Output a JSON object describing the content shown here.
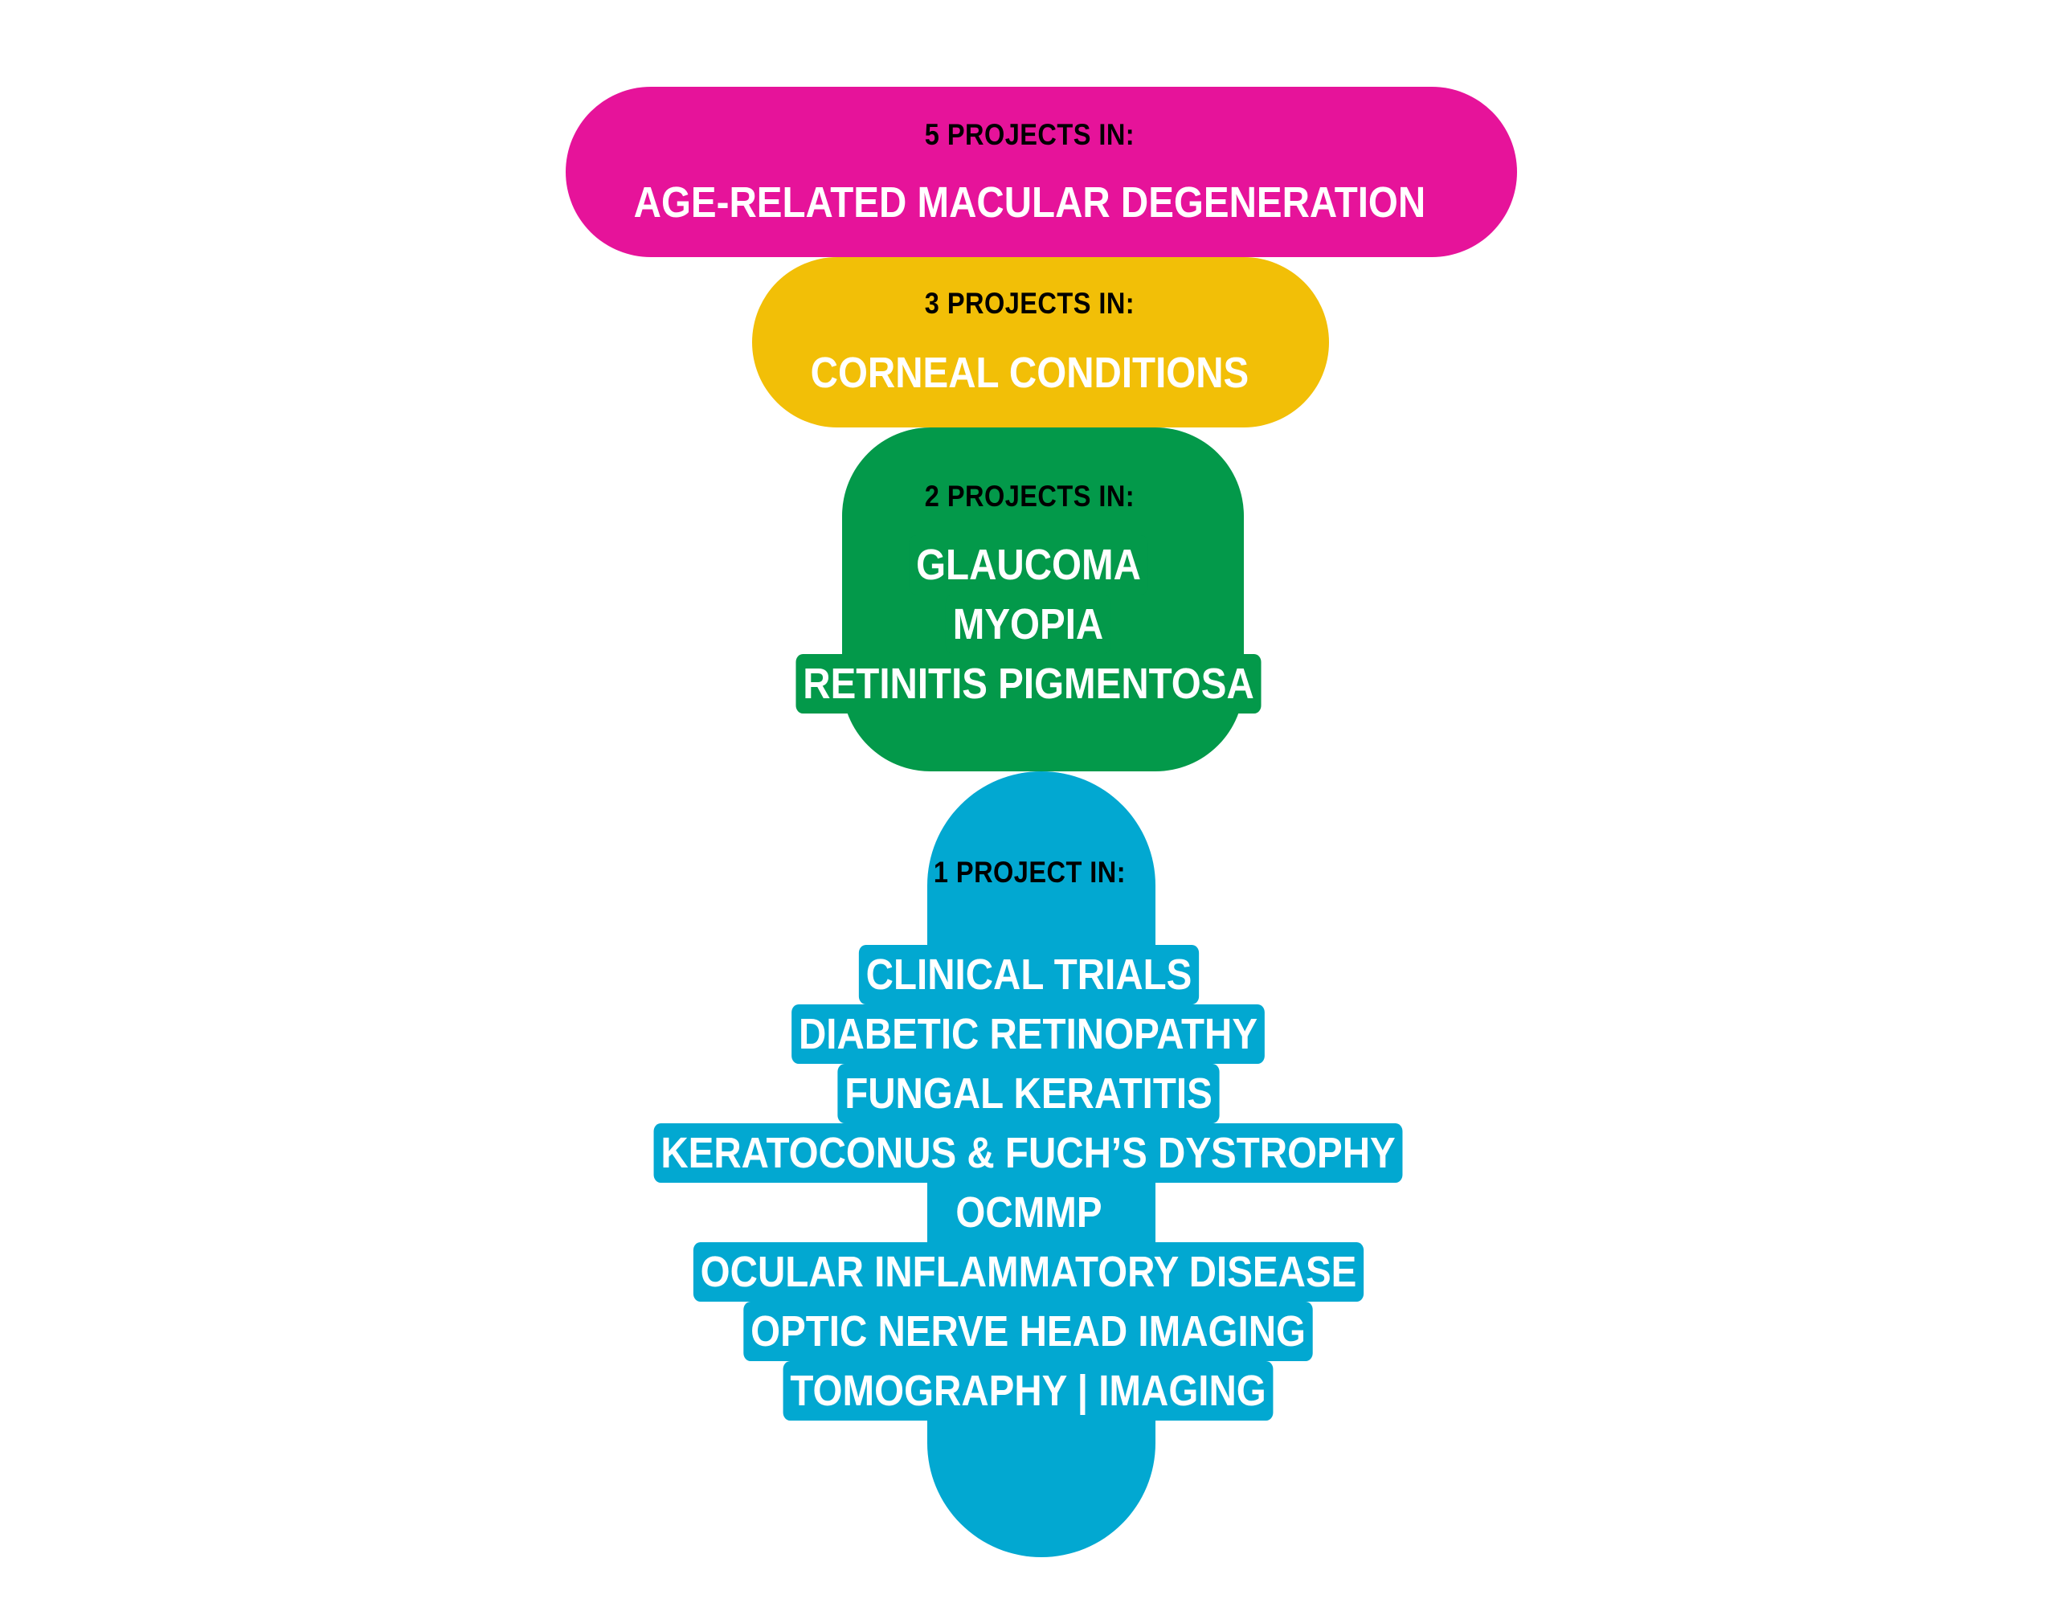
{
  "colors": {
    "tier5": "#e6139a",
    "tier3": "#f2bf07",
    "tier2": "#03994a",
    "tier1": "#02a8d1",
    "heading_text": "#000000",
    "label_text": "#ffffff"
  },
  "tiers": [
    {
      "heading": "5 PROJECTS IN:",
      "items": [
        "AGE-RELATED MACULAR DEGENERATION"
      ]
    },
    {
      "heading": "3 PROJECTS IN:",
      "items": [
        "CORNEAL CONDITIONS"
      ]
    },
    {
      "heading": "2 PROJECTS IN:",
      "items": [
        "GLAUCOMA",
        "MYOPIA",
        "RETINITIS PIGMENTOSA"
      ]
    },
    {
      "heading": "1 PROJECT IN:",
      "items": [
        "CLINICAL TRIALS",
        "DIABETIC RETINOPATHY",
        "FUNGAL KERATITIS",
        "KERATOCONUS & FUCH’S DYSTROPHY",
        "OCMMP",
        "OCULAR INFLAMMATORY DISEASE",
        "OPTIC NERVE HEAD IMAGING",
        "TOMOGRAPHY | IMAGING"
      ]
    }
  ]
}
